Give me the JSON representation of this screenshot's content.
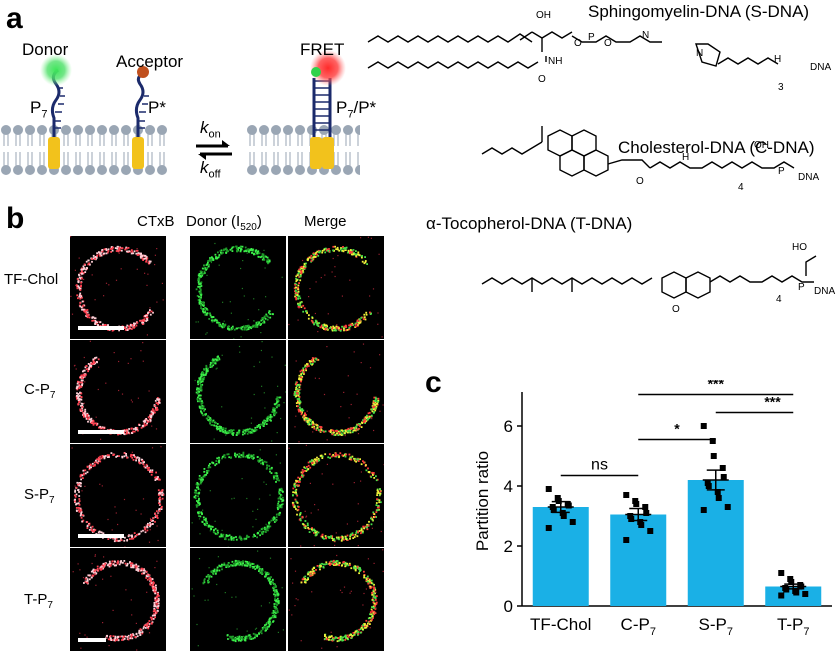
{
  "panels": {
    "a": "a",
    "b": "b",
    "c": "c"
  },
  "schematic": {
    "donor_label": "Donor",
    "acceptor_label": "Acceptor",
    "fret_label": "FRET",
    "p7_label": "P",
    "p7_sub": "7",
    "pstar_label": "P*",
    "p7pstar_label": "P",
    "p7pstar_sub": "7",
    "p7pstar_suffix": "/P*",
    "kon_label": "k",
    "kon_sub": "on",
    "koff_label": "k",
    "koff_sub": "off"
  },
  "structures": {
    "sdna_title": "Sphingomyelin-DNA (S-DNA)",
    "cdna_title": "Cholesterol-DNA (C-DNA)",
    "tdna_title": "α-Tocopherol-DNA (T-DNA)",
    "oh": "OH",
    "ho": "HO",
    "nh": "NH",
    "h": "H",
    "n": "N",
    "nplus": "N",
    "o": "O",
    "ominus": "O",
    "p": "P",
    "dna": "DNA",
    "sub3": "3",
    "sub4": "4"
  },
  "microscopy": {
    "columns": [
      "CTxB",
      "Donor (I",
      "Merge"
    ],
    "donor_sub": "520",
    "donor_suffix": ")",
    "rows": [
      {
        "label": "TF-Chol",
        "sub": ""
      },
      {
        "label": "C-P",
        "sub": "7"
      },
      {
        "label": "S-P",
        "sub": "7"
      },
      {
        "label": "T-P",
        "sub": "7"
      }
    ]
  },
  "chart_data": {
    "type": "bar",
    "categories": [
      "TF-Chol",
      "C-P7",
      "S-P7",
      "T-P7"
    ],
    "category_labels": [
      {
        "main": "TF-Chol",
        "sub": ""
      },
      {
        "main": "C-P",
        "sub": "7"
      },
      {
        "main": "S-P",
        "sub": "7"
      },
      {
        "main": "T-P",
        "sub": "7"
      }
    ],
    "values": [
      3.3,
      3.05,
      4.2,
      0.65
    ],
    "errors": [
      0.18,
      0.2,
      0.33,
      0.08
    ],
    "points": [
      [
        3.9,
        3.6,
        3.5,
        3.4,
        3.35,
        3.3,
        3.2,
        3.1,
        3.0,
        2.8,
        2.6
      ],
      [
        3.7,
        3.5,
        3.4,
        3.3,
        3.1,
        3.0,
        2.9,
        2.8,
        2.7,
        2.5,
        2.2
      ],
      [
        6.0,
        5.5,
        5.0,
        4.6,
        4.3,
        4.1,
        4.0,
        3.8,
        3.6,
        3.3,
        3.2
      ],
      [
        1.1,
        0.9,
        0.8,
        0.7,
        0.65,
        0.6,
        0.55,
        0.5,
        0.45,
        0.4,
        0.35
      ]
    ],
    "ylabel": "Partition ratio",
    "ylim": [
      0,
      7
    ],
    "yticks": [
      0,
      2,
      4,
      6
    ],
    "bar_color": "#1ab0e6",
    "significance": [
      {
        "from": 0,
        "to": 1,
        "label": "ns"
      },
      {
        "from": 1,
        "to": 2,
        "label": "*"
      },
      {
        "from": 1,
        "to": 3,
        "label": "***"
      },
      {
        "from": 2,
        "to": 3,
        "label": "***"
      }
    ]
  }
}
